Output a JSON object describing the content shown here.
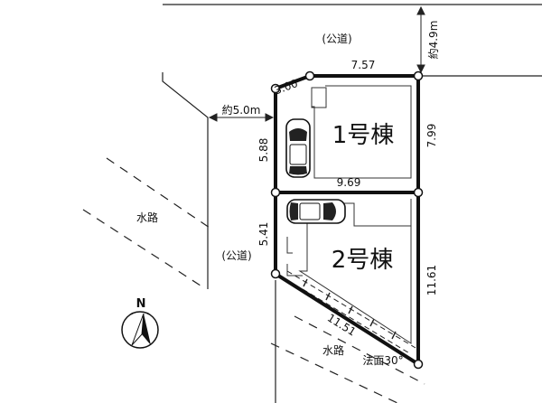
{
  "site": {
    "dimensions": {
      "north_corner": "3.00",
      "north_top": "7.57",
      "east_upper": "7.99",
      "divider": "9.69",
      "west_upper": "5.88",
      "west_lower": "5.41",
      "east_lower": "11.61",
      "diagonal": "11.51"
    },
    "houses": {
      "house1": "1号棟",
      "house2": "2号棟"
    }
  },
  "roads": {
    "north_road": "(公道)",
    "west_road": "(公道)",
    "north_road_width": "約4.9m",
    "west_road_width": "約5.0m"
  },
  "waterways": {
    "upper": "水路",
    "lower": "水路"
  },
  "slope_note": "法面30°",
  "compass": {
    "label": "N",
    "icon": "north-arrow-icon"
  }
}
